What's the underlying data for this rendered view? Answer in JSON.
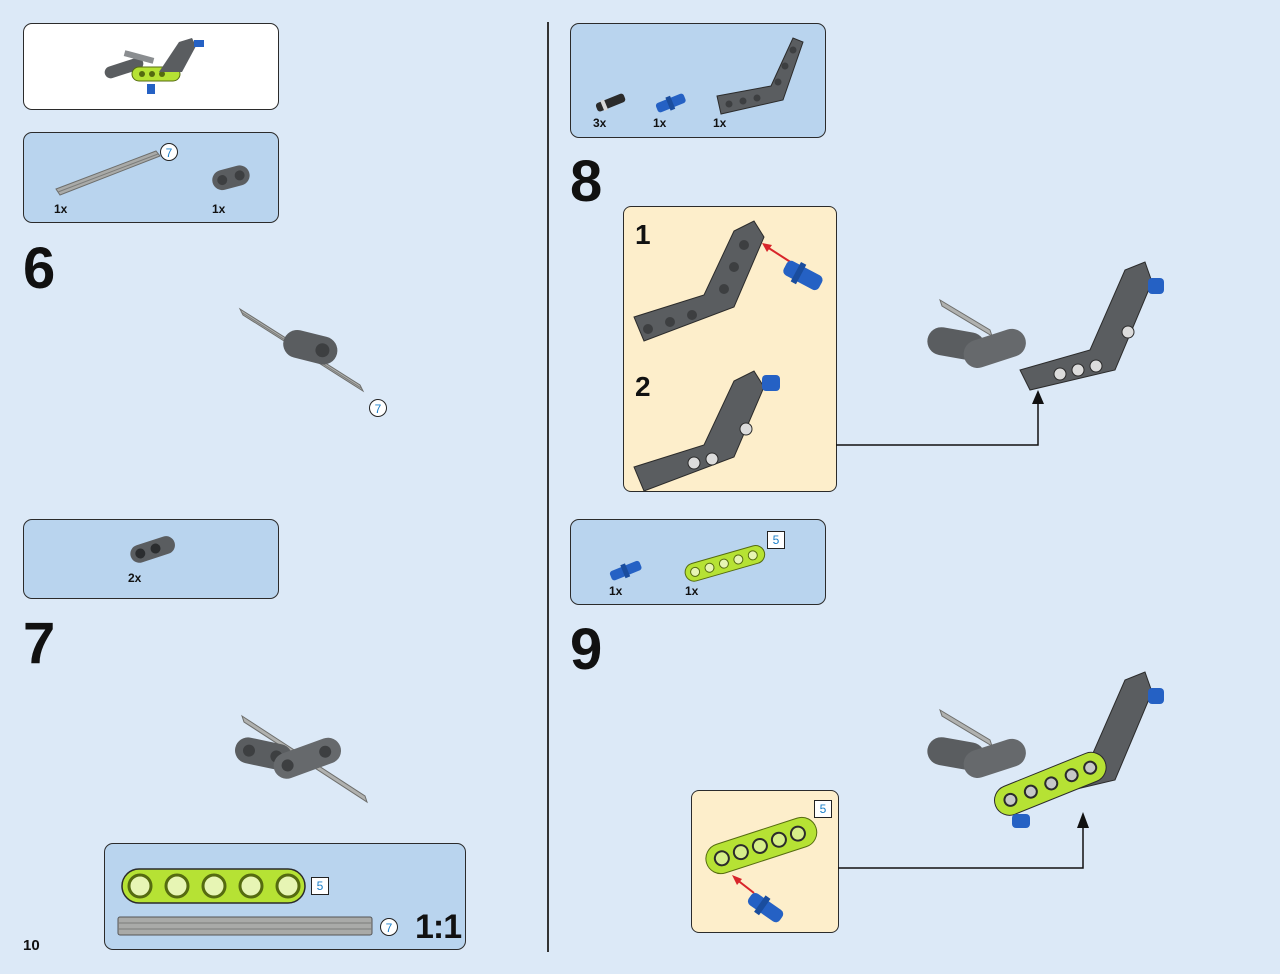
{
  "page_number": "10",
  "left": {
    "sub_model_box": {},
    "parts_box_6": {
      "items": [
        {
          "qty": "1x",
          "icon": "axle-7-icon",
          "length_label": "7"
        },
        {
          "qty": "1x",
          "icon": "beam-connector-icon"
        }
      ]
    },
    "step6": {
      "number": "6",
      "callout_length": "7"
    },
    "parts_box_7": {
      "items": [
        {
          "qty": "2x",
          "icon": "beam-connector-icon"
        }
      ]
    },
    "step7": {
      "number": "7"
    },
    "scale_box": {
      "beam_length": "5",
      "axle_length": "7",
      "scale_label": "1:1"
    }
  },
  "right": {
    "parts_box_8": {
      "items": [
        {
          "qty": "3x",
          "icon": "black-pin-icon"
        },
        {
          "qty": "1x",
          "icon": "blue-axle-pin-icon"
        },
        {
          "qty": "1x",
          "icon": "angled-beam-icon"
        }
      ]
    },
    "step8": {
      "number": "8",
      "substeps": [
        "1",
        "2"
      ]
    },
    "parts_box_9": {
      "items": [
        {
          "qty": "1x",
          "icon": "blue-axle-pin-icon"
        },
        {
          "qty": "1x",
          "icon": "lime-beam-icon",
          "length_label": "5"
        }
      ]
    },
    "step9": {
      "number": "9",
      "sub_length": "5"
    }
  },
  "colors": {
    "background": "#dce9f7",
    "parts_box": "#b9d4ee",
    "sub_box": "#fdeecb",
    "lime": "#b6e234",
    "gray": "#5a5d60",
    "blue": "#2561c4"
  }
}
